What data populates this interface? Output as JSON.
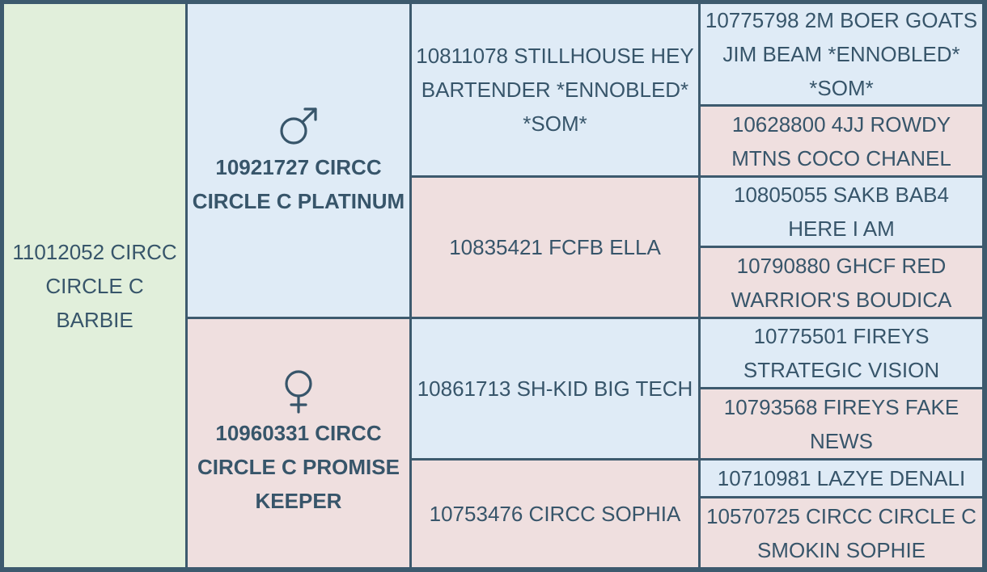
{
  "subject": {
    "name": "11012052 CIRCC CIRCLE C BARBIE"
  },
  "sire": {
    "name": "10921727 CIRCC CIRCLE C PLATINUM",
    "icon": "male-symbol-icon"
  },
  "dam": {
    "name": "10960331 CIRCC CIRCLE C PROMISE KEEPER",
    "icon": "female-symbol-icon"
  },
  "grandparents": {
    "sire_sire": "10811078 STILLHOUSE HEY BARTENDER *ENNOBLED* *SOM*",
    "sire_dam": "10835421 FCFB ELLA",
    "dam_sire": "10861713 SH-KID BIG TECH",
    "dam_dam": "10753476 CIRCC SOPHIA"
  },
  "great_grandparents": [
    "10775798 2M BOER GOATS JIM BEAM *ENNOBLED* *SOM*",
    "10628800 4JJ ROWDY MTNS COCO CHANEL",
    "10805055 SAKB BAB4 HERE I AM",
    "10790880 GHCF RED WARRIOR'S BOUDICA",
    "10775501 FIREYS STRATEGIC VISION",
    "10793568 FIREYS FAKE NEWS",
    "10710981 LAZYE DENALI",
    "10570725 CIRCC CIRCLE C SMOKIN SOPHIE"
  ],
  "colors": {
    "border": "#3d5a6e",
    "text": "#37556a",
    "male": "#dfebf6",
    "female": "#efdfdf",
    "subject": "#e1efdb"
  }
}
